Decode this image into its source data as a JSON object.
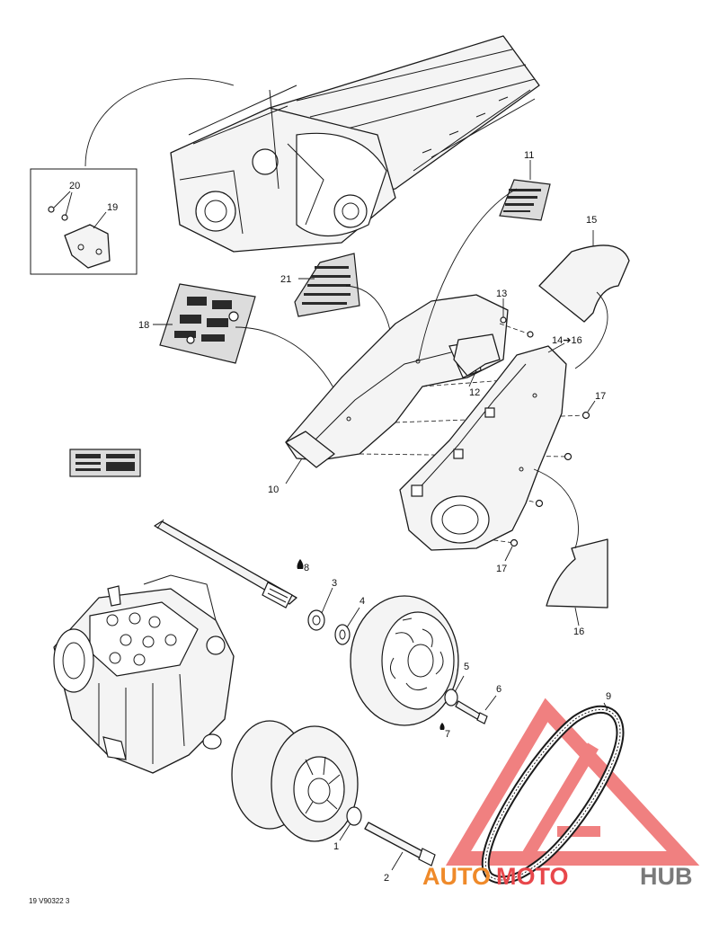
{
  "diagram": {
    "callouts": [
      "1",
      "2",
      "3",
      "4",
      "5",
      "6",
      "7",
      "8",
      "9",
      "10",
      "11",
      "12",
      "13",
      "14➔16",
      "15",
      "16",
      "17",
      "17",
      "18",
      "19",
      "20",
      "21"
    ],
    "figure_code": "19 V90322 3"
  },
  "watermark": {
    "part1": "AUTO",
    "part2": "MOTO",
    "part3": "HUB",
    "colors": {
      "orange": "#ef8a2a",
      "red": "#e8474b",
      "gray": "#7a7a7a"
    }
  }
}
